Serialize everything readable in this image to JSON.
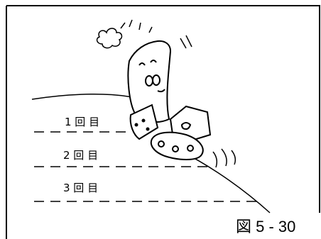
{
  "figure": {
    "label": "図 5 - 30",
    "passes": [
      {
        "label": "1 回 目"
      },
      {
        "label": "2 回 目"
      },
      {
        "label": "3 回 目"
      }
    ],
    "illustration": "cartoon-bulldozer-on-slope"
  },
  "colors": {
    "ink": "#000000",
    "background": "#ffffff"
  }
}
